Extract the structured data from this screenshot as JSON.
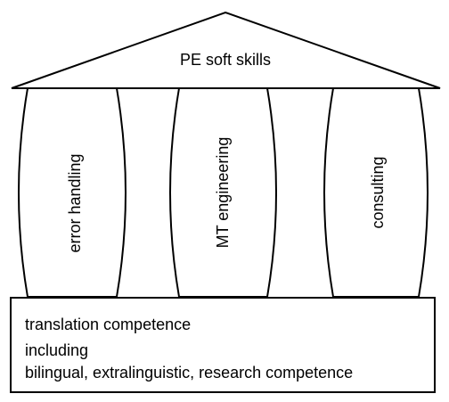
{
  "roof": {
    "label": "PE soft skills"
  },
  "pillars": [
    {
      "label": "error handling"
    },
    {
      "label": "MT engineering"
    },
    {
      "label": "consulting"
    }
  ],
  "foundation": {
    "lines": [
      "translation competence",
      "including",
      "bilingual, extralinguistic, research competence"
    ]
  },
  "colors": {
    "stroke": "#000000",
    "fill": "#ffffff",
    "text": "#000000"
  }
}
